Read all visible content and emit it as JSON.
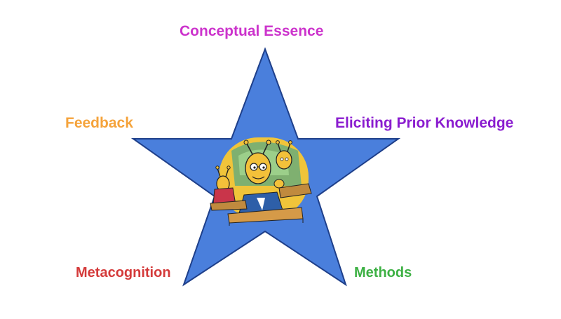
{
  "labels": {
    "top": "Conceptual Essence",
    "right": "Eliciting Prior Knowledge",
    "left": "Feedback",
    "bottom_left": "Metacognition",
    "bottom_right": "Methods"
  },
  "colors": {
    "top": "#cc33cc",
    "right": "#8a1ccf",
    "left": "#f5a33b",
    "bottom_left": "#d43a3a",
    "bottom_right": "#3cb043",
    "star_fill": "#4a7fdc",
    "star_stroke": "#1e3f8a"
  },
  "center_image": {
    "icon": "cartoon-ant-students-icon"
  }
}
